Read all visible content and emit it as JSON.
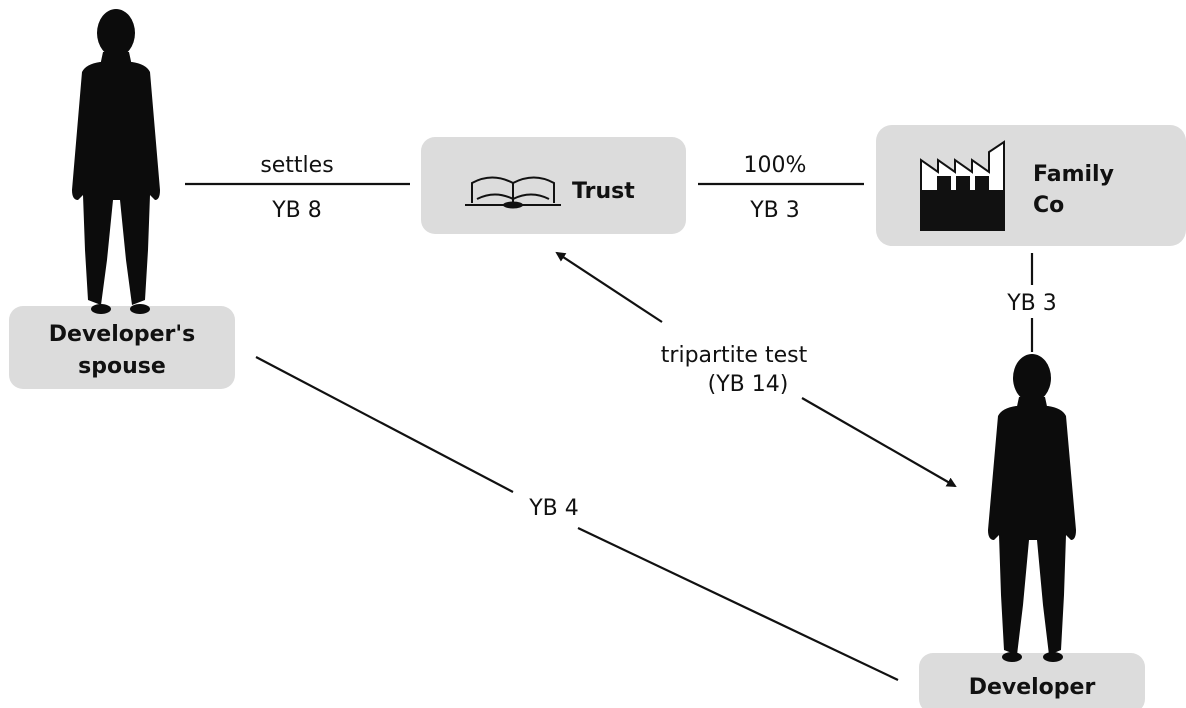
{
  "nodes": {
    "spouse": {
      "label_line1": "Developer's",
      "label_line2": "spouse"
    },
    "trust": {
      "label": "Trust",
      "icon": "open-book-icon"
    },
    "family_co": {
      "label_line1": "Family",
      "label_line2": "Co",
      "icon": "factory-icon"
    },
    "developer": {
      "label": "Developer"
    }
  },
  "edges": {
    "spouse_trust": {
      "top_label": "settles",
      "bottom_label": "YB 8"
    },
    "trust_familyco": {
      "top_label": "100%",
      "bottom_label": "YB 3"
    },
    "familyco_developer": {
      "label": "YB 3"
    },
    "trust_developer": {
      "label_line1": "tripartite test",
      "label_line2": "(YB 14)"
    },
    "spouse_developer": {
      "label": "YB 4"
    }
  },
  "colors": {
    "box_fill": "#dcdcdc",
    "ink": "#111111"
  }
}
